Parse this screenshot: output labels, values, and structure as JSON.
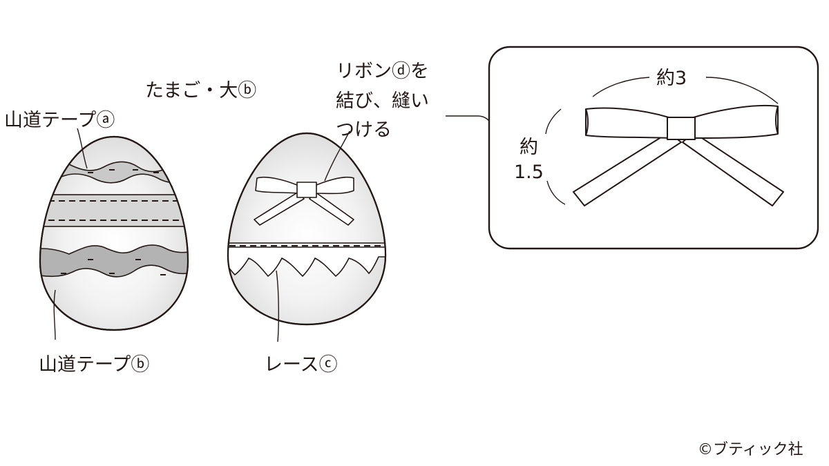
{
  "labels": {
    "egg_large": "たまご・大ⓑ",
    "tape_a": "山道テープⓐ",
    "tape_b": "山道テープⓑ",
    "ribbon_line1": "リボンⓓを",
    "ribbon_line2": "結び、縫い",
    "ribbon_line3": "つける",
    "lace": "レースⓒ",
    "width_label": "約3",
    "height_label_1": "約",
    "height_label_2": "1.5",
    "copyright": "©ブティック社"
  },
  "colors": {
    "stroke": "#231815",
    "tape_fill": "#c9c9c9",
    "egg_fill": "#e6e6e6",
    "background": "#ffffff"
  }
}
